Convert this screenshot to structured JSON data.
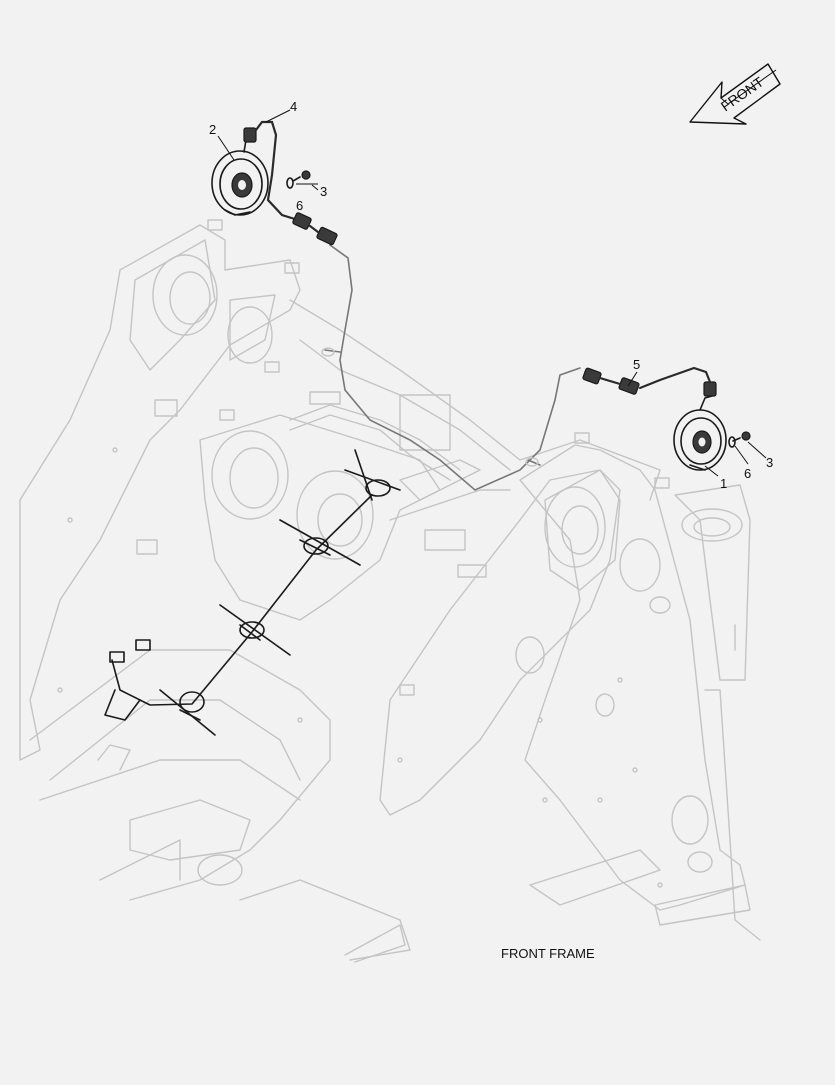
{
  "diagram": {
    "direction_label": "FRONT",
    "caption": "FRONT FRAME",
    "callouts": [
      {
        "id": "callout-1",
        "label": "1"
      },
      {
        "id": "callout-2",
        "label": "2"
      },
      {
        "id": "callout-3-left",
        "label": "3"
      },
      {
        "id": "callout-3-right",
        "label": "3"
      },
      {
        "id": "callout-4",
        "label": "4"
      },
      {
        "id": "callout-5",
        "label": "5"
      },
      {
        "id": "callout-6-left",
        "label": "6"
      },
      {
        "id": "callout-6-right",
        "label": "6"
      }
    ]
  }
}
